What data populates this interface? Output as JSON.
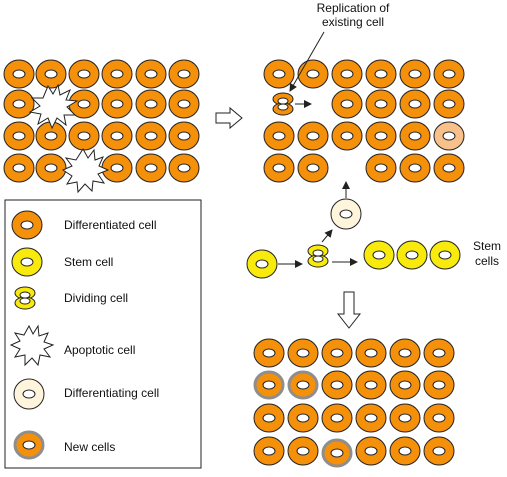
{
  "annotation": {
    "replication_line1": "Replication of",
    "replication_line2": "existing cell"
  },
  "stem_cells_label": {
    "line1": "Stem",
    "line2": "cells"
  },
  "legend": {
    "differentiated": "Differentiated cell",
    "stem": "Stem cell",
    "dividing": "Dividing cell",
    "apoptotic": "Apoptotic cell",
    "differentiating": "Differentiating cell",
    "new": "New cells"
  },
  "colors": {
    "differentiated_fill": "#f5900a",
    "stem_fill": "#f8ea0c",
    "differentiating_fill": "#fef5dc",
    "new_cell_outline": "#8e8e8e",
    "light_orange_fill": "#f8c08a",
    "nucleus_fill": "#ffffff",
    "outline": "#222222"
  }
}
